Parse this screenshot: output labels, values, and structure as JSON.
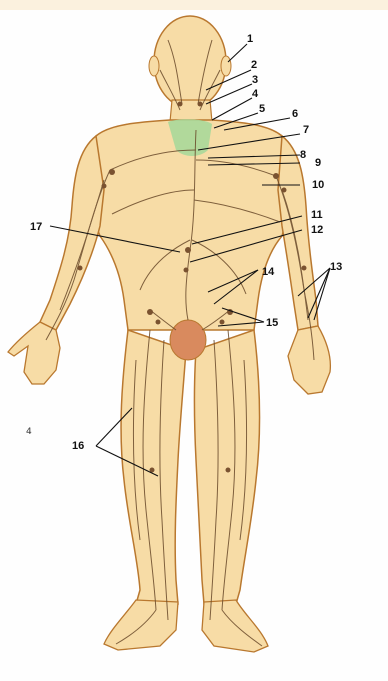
{
  "diagram": {
    "colors": {
      "skin": "#f7dca6",
      "skin_shade": "#eec57e",
      "outline": "#b9782f",
      "vessel": "#6a4a2a",
      "thymus": "#a8d89a",
      "genital": "#d98a5e"
    },
    "labels": [
      "1",
      "2",
      "3",
      "4",
      "5",
      "6",
      "7",
      "8",
      "9",
      "10",
      "11",
      "12",
      "13",
      "14",
      "15",
      "16",
      "17"
    ],
    "stray_mark": "4"
  }
}
